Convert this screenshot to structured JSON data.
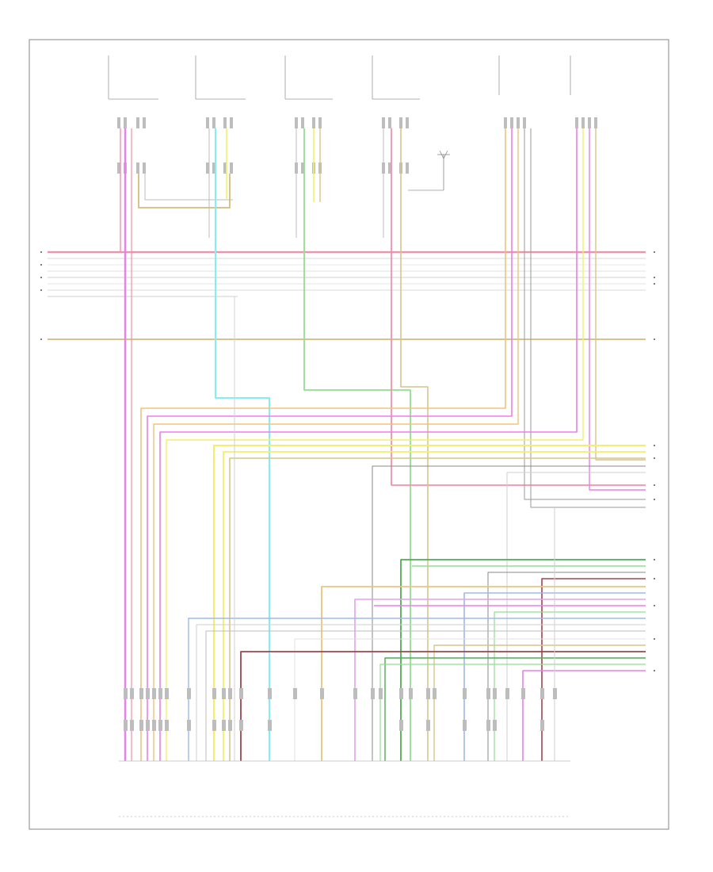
{
  "diagram": {
    "footer_code": "",
    "colors": {
      "pink": "#ff8ca6",
      "magenta": "#f07cf0",
      "cyan": "#7ff0f4",
      "green": "#8fe08f",
      "dark_green": "#4caf50",
      "yellow": "#f2f06a",
      "tan": "#d8c48a",
      "gray": "#bdbdbd",
      "blue": "#9db7f5",
      "red": "#e0606a",
      "dark_red": "#a8424a",
      "violet": "#e6a0f0",
      "light_gray": "#d9d9d9",
      "orange": "#f1c27d"
    },
    "top_connectors": [
      {
        "id": "c1",
        "label_lines": [
          "",
          "",
          ""
        ]
      },
      {
        "id": "c2",
        "label_lines": [
          "",
          "",
          ""
        ]
      },
      {
        "id": "c3",
        "label_lines": [
          "",
          "",
          ""
        ]
      },
      {
        "id": "c4",
        "label_lines": [
          "",
          "",
          ""
        ]
      },
      {
        "id": "c5",
        "label_lines": [
          "",
          "",
          ""
        ]
      },
      {
        "id": "c6",
        "label_lines": [
          "",
          "",
          ""
        ]
      }
    ],
    "bus_left_pins": [
      "",
      "",
      "",
      "",
      "",
      "",
      ""
    ],
    "bus_right_pins": [
      "",
      "",
      ""
    ],
    "right_terminals_group1": [
      "",
      "",
      "",
      ""
    ],
    "right_terminals_group2": [
      "",
      "",
      ""
    ],
    "right_terminals_group3": [
      "",
      "",
      "",
      "",
      "",
      "",
      "",
      "",
      "",
      "",
      "",
      "",
      ""
    ],
    "bottom_module_label": ""
  }
}
